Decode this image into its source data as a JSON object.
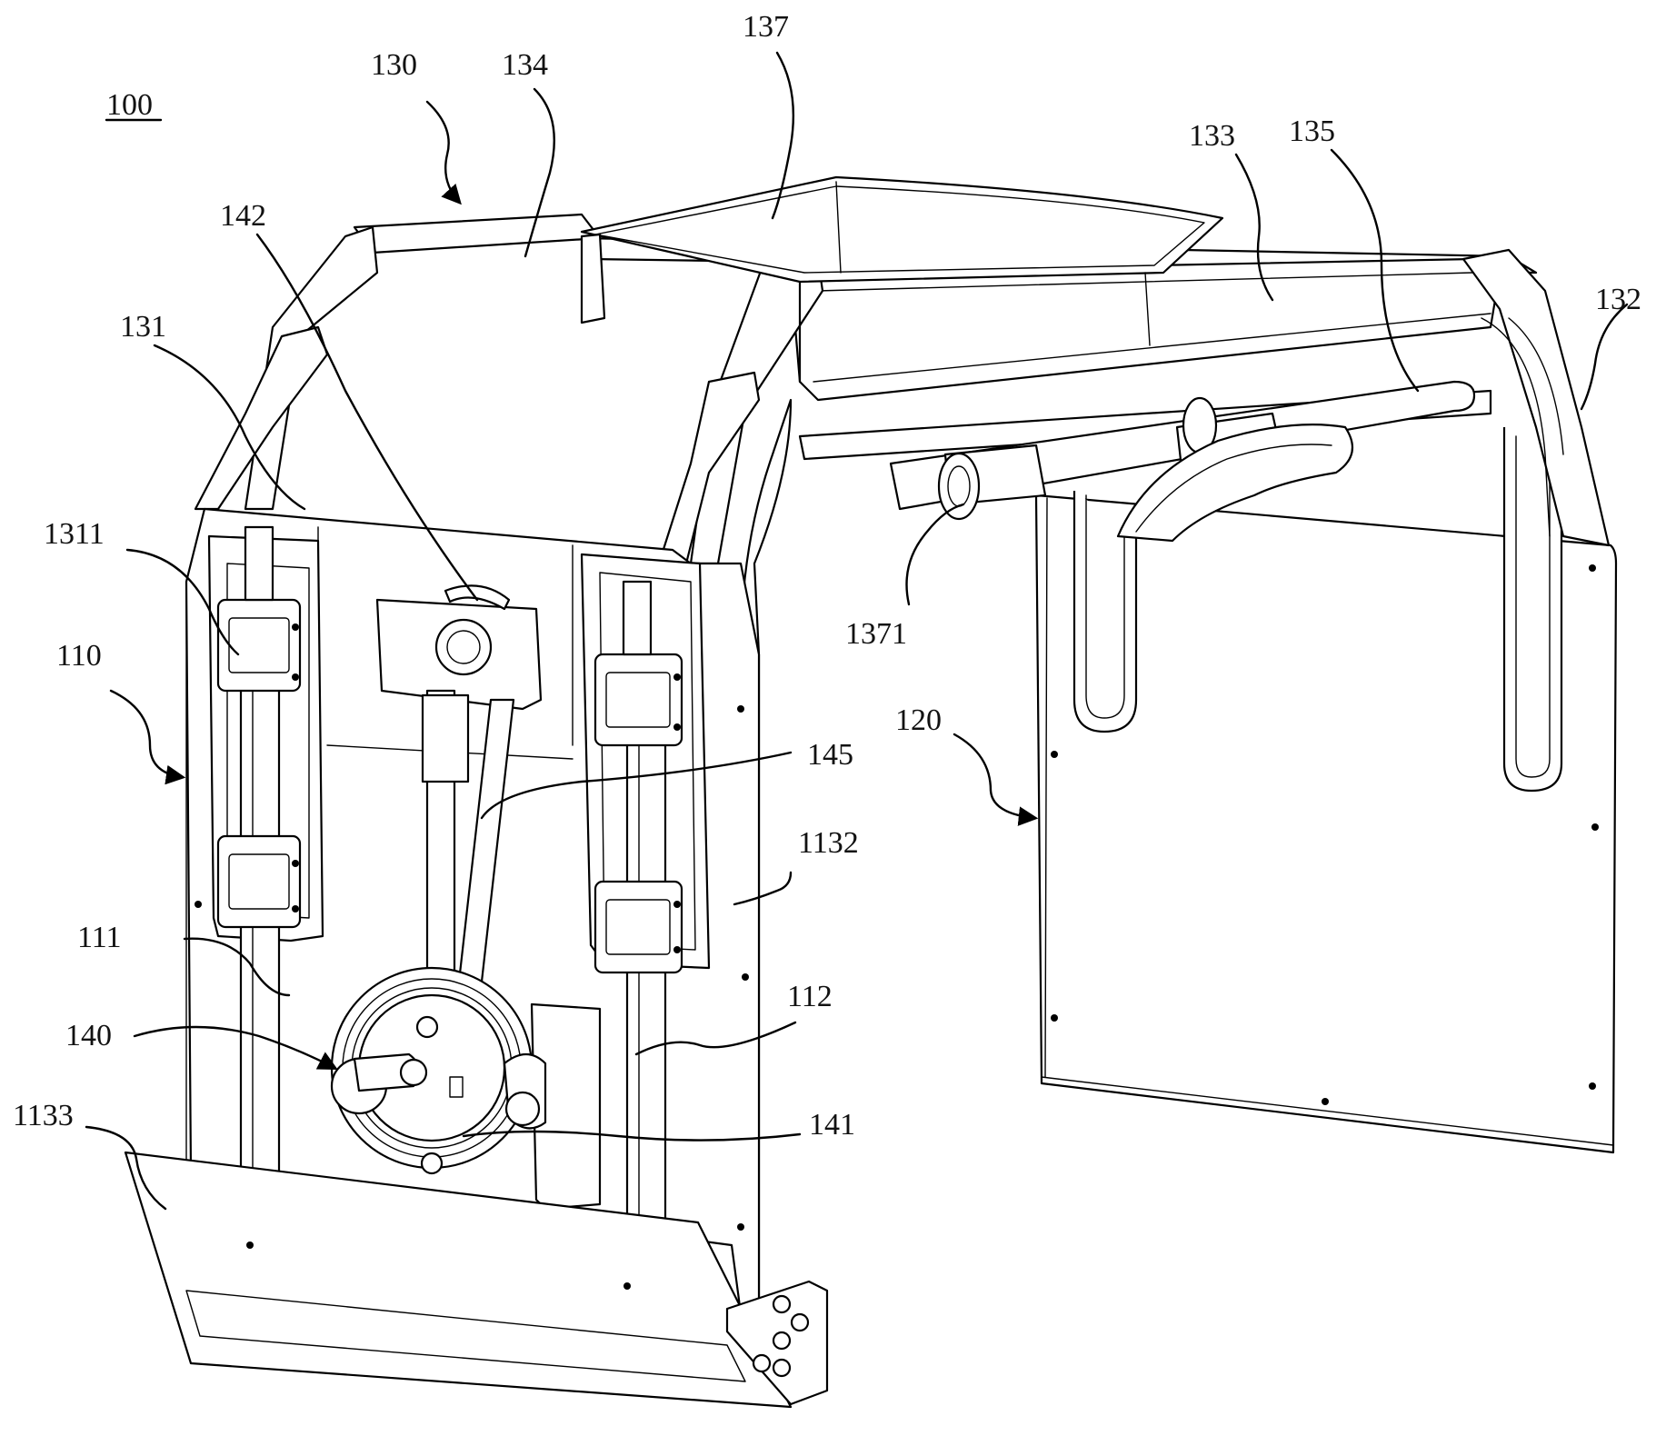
{
  "figure": {
    "assembly_number": "100",
    "labels": [
      {
        "id": "130",
        "text": "130"
      },
      {
        "id": "134",
        "text": "134"
      },
      {
        "id": "137",
        "text": "137"
      },
      {
        "id": "133",
        "text": "133"
      },
      {
        "id": "135",
        "text": "135"
      },
      {
        "id": "132",
        "text": "132"
      },
      {
        "id": "142",
        "text": "142"
      },
      {
        "id": "131",
        "text": "131"
      },
      {
        "id": "1311",
        "text": "1311"
      },
      {
        "id": "110",
        "text": "110"
      },
      {
        "id": "1371",
        "text": "1371"
      },
      {
        "id": "120",
        "text": "120"
      },
      {
        "id": "145",
        "text": "145"
      },
      {
        "id": "1132",
        "text": "1132"
      },
      {
        "id": "111",
        "text": "111"
      },
      {
        "id": "112",
        "text": "112"
      },
      {
        "id": "140",
        "text": "140"
      },
      {
        "id": "141",
        "text": "141"
      },
      {
        "id": "1133",
        "text": "1133"
      }
    ]
  }
}
